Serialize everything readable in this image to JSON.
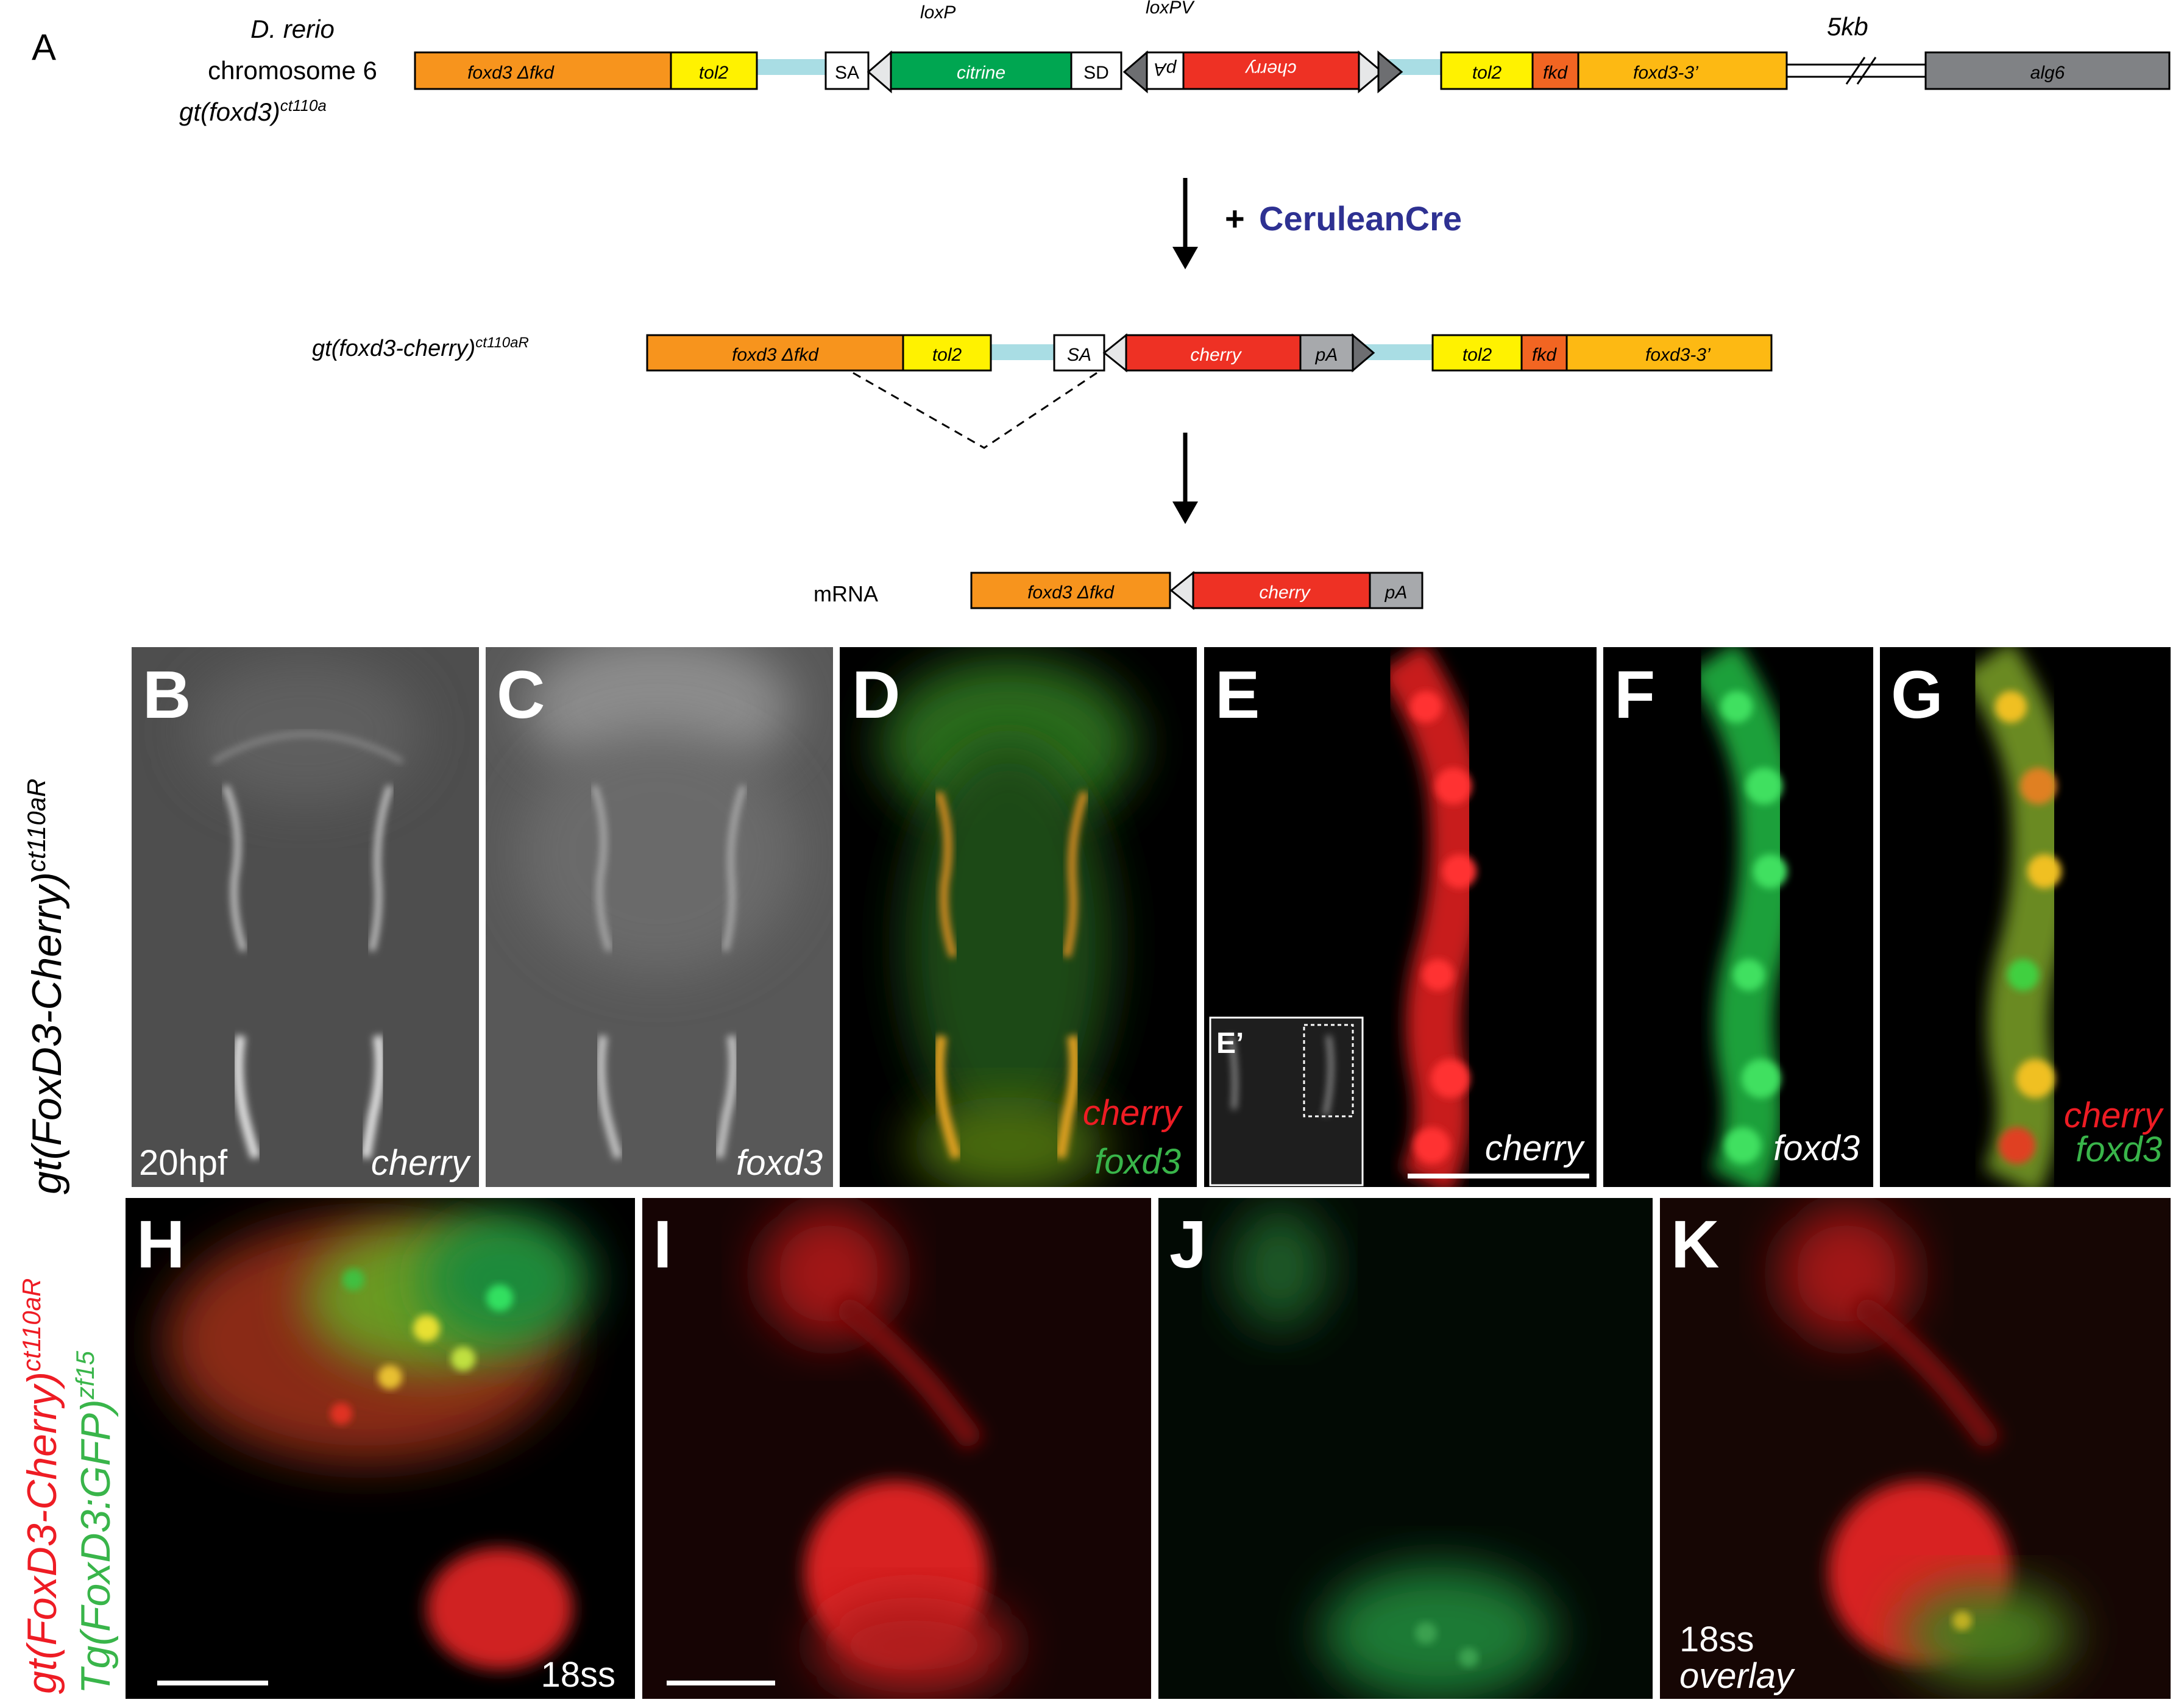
{
  "panel_a": {
    "letter": "A",
    "species_line1": "D. rerio",
    "species_line2": "chromosome 6",
    "allele_main": "gt(foxd3)",
    "allele_sup": "ct110a",
    "row1": {
      "foxd3_dfkd": "foxd3 Δfkd",
      "tol2_left": "tol2",
      "sa": "SA",
      "citrine": "citrine",
      "sd": "SD",
      "loxp": "loxP",
      "loxpv": "loxPV",
      "pa_flipped": "pA",
      "cherry_flipped": "cherry",
      "tol2_right": "tol2",
      "fkd": "fkd",
      "foxd3_3prime": "foxd3-3’",
      "gap_5kb": "5kb",
      "alg6": "alg6"
    },
    "cre": {
      "plus": "+",
      "name": "CeruleanCre"
    },
    "row2": {
      "allele_main": "gt(foxd3-cherry)",
      "allele_sup": "ct110aR",
      "foxd3_dfkd": "foxd3 Δfkd",
      "tol2_left": "tol2",
      "sa": "SA",
      "cherry": "cherry",
      "pa": "pA",
      "tol2_right": "tol2",
      "fkd": "fkd",
      "foxd3_3prime": "foxd3-3’"
    },
    "row3": {
      "mrna": "mRNA",
      "foxd3_dfkd": "foxd3 Δfkd",
      "cherry": "cherry",
      "pa": "pA"
    }
  },
  "row_b_label_main": "gt(FoxD3-Cherry)",
  "row_b_label_sup": "ct110aR",
  "row_h_label_red_main": "gt(FoxD3-Cherry)",
  "row_h_label_red_sup": "ct110aR",
  "row_h_label_green_main": "Tg(FoxD3:GFP)",
  "row_h_label_green_sup": "zf15",
  "panels": {
    "B": {
      "letter": "B",
      "stage": "20hpf",
      "channel": "cherry"
    },
    "C": {
      "letter": "C",
      "channel": "foxd3"
    },
    "D": {
      "letter": "D",
      "ch_red": "cherry",
      "ch_green": "foxd3"
    },
    "E": {
      "letter": "E",
      "inset": "E’",
      "channel": "cherry"
    },
    "F": {
      "letter": "F",
      "channel": "foxd3"
    },
    "G": {
      "letter": "G",
      "ch_red": "cherry",
      "ch_green": "foxd3"
    },
    "H": {
      "letter": "H",
      "stage": "18ss"
    },
    "I": {
      "letter": "I"
    },
    "J": {
      "letter": "J"
    },
    "K": {
      "letter": "K",
      "stage": "18ss",
      "overlay": "overlay"
    }
  },
  "colors": {
    "orange": "#f7941d",
    "yellow": "#fff200",
    "light_blue": "#a9dde4",
    "green": "#00a651",
    "red": "#ee3124",
    "grey_box": "#a7a9ac",
    "dark_grey_box": "#808285",
    "cre_blue": "#2e3192",
    "gold": "#fdb913"
  }
}
